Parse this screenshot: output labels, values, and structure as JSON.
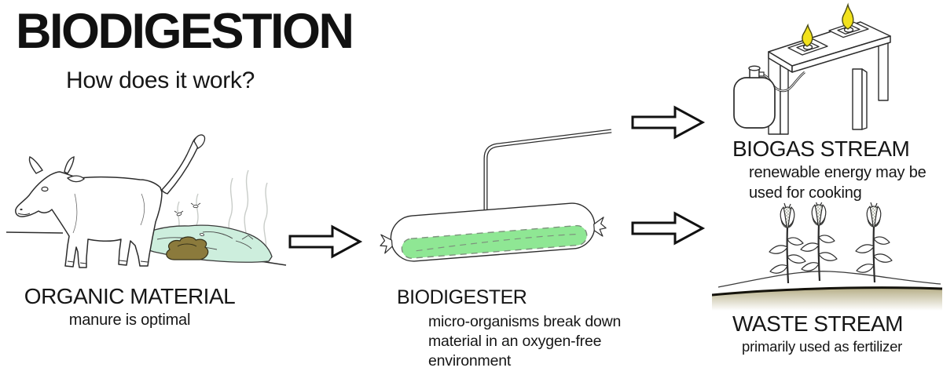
{
  "title": "BIODIGESTION",
  "subtitle": "How does it work?",
  "stages": {
    "organic_material": {
      "label": "ORGANIC MATERIAL",
      "description": "manure is optimal",
      "illustration": "cow-with-manure-and-organic-pile"
    },
    "biodigester": {
      "label": "BIODIGESTER",
      "description": "micro-organisms break down material in an oxygen-free environment",
      "illustration": "biodigester-bag-with-gas-pipe"
    },
    "biogas_stream": {
      "label": "BIOGAS STREAM",
      "description": "renewable energy may be used for cooking",
      "illustration": "gas-stove-table-with-bottle-and-flames"
    },
    "waste_stream": {
      "label": "WASTE STREAM",
      "description": "primarily used as fertilizer",
      "illustration": "corn-plants-growing-in-soil"
    }
  },
  "icons": {
    "flow_arrow": "right-block-arrow"
  },
  "colors": {
    "ink": "#1c1c1c",
    "organic_pile_green": "#cdeedd",
    "digester_liquid_green": "#8fe794",
    "manure_brown": "#8b7a3c",
    "flame_yellow": "#f2e21c",
    "soil_tan": "#b5ad85",
    "background": "#ffffff"
  }
}
